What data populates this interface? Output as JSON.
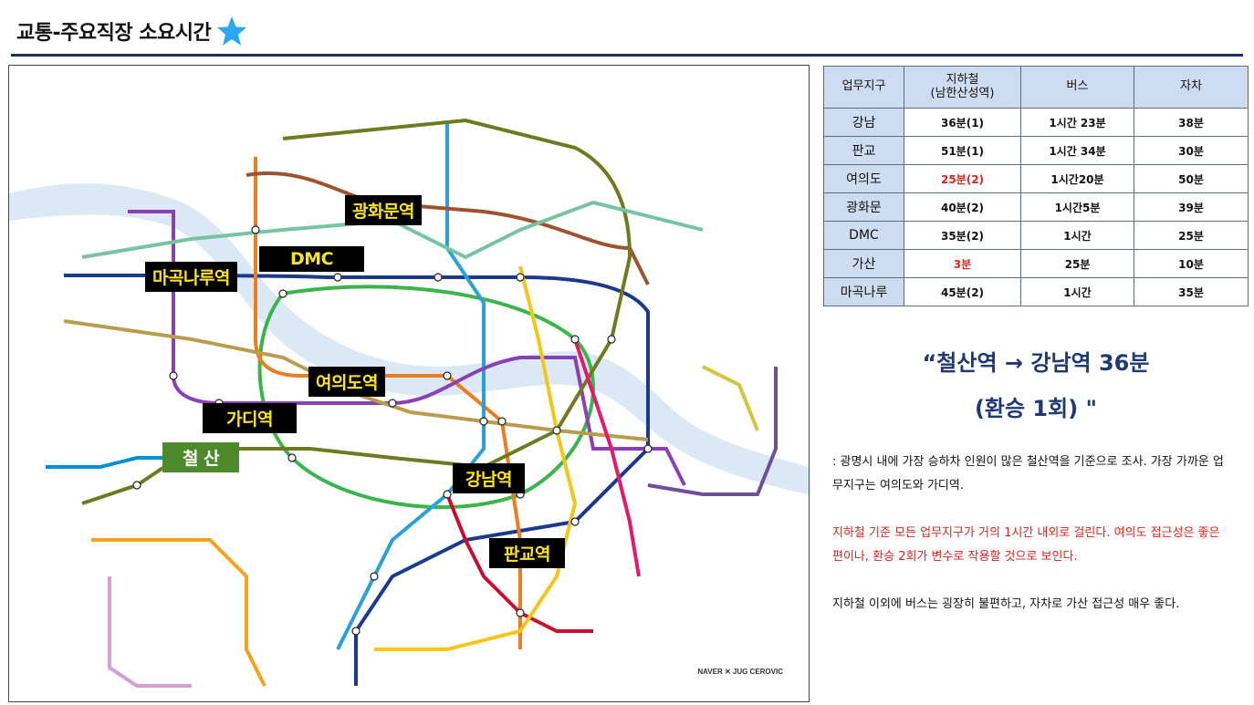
{
  "page": {
    "title": "교통-주요직장 소요시간",
    "title_icon": "star-icon",
    "accent_color": "#1f2d6b",
    "star_color": "#29a8f0"
  },
  "map": {
    "station_labels": {
      "gwanghwamun": "광화문역",
      "dmc": "DMC",
      "magoknaru": "마곡나루역",
      "yeouido": "여의도역",
      "gasan": "가디역",
      "cheolsan": "철 산",
      "gangnam": "강남역",
      "pangyo": "판교역"
    },
    "credit": "NAVER ✕ JUG CEROVIC"
  },
  "table": {
    "headers": [
      "업무지구",
      "지하철\n(남한산성역)",
      "버스",
      "자차"
    ],
    "rows": [
      {
        "district": "강남",
        "subway": "36분(1)",
        "bus": "1시간 23분",
        "car": "38분",
        "subway_red": false
      },
      {
        "district": "판교",
        "subway": "51분(1)",
        "bus": "1시간 34분",
        "car": "30분",
        "subway_red": false
      },
      {
        "district": "여의도",
        "subway": "25분(2)",
        "bus": "1시간20분",
        "car": "50분",
        "subway_red": true
      },
      {
        "district": "광화문",
        "subway": "40분(2)",
        "bus": "1시간5분",
        "car": "39분",
        "subway_red": false
      },
      {
        "district": "DMC",
        "subway": "35분(2)",
        "bus": "1시간",
        "car": "25분",
        "subway_red": false
      },
      {
        "district": "가산",
        "subway": "3분",
        "bus": "25분",
        "car": "10분",
        "subway_red": true
      },
      {
        "district": "마곡나루",
        "subway": "45분(2)",
        "bus": "1시간",
        "car": "35분",
        "subway_red": false
      }
    ]
  },
  "headline": {
    "line1": "“철산역 → 강남역 36분",
    "line2": "(환승 1회) \""
  },
  "notes": {
    "n1": ": 광명시 내에 가장 승하차 인원이 많은 철산역을 기준으로 조사. 가장 가까운 업무지구는 여의도와 가디역.",
    "n2": "지하철 기준 모든 업무지구가 거의 1시간 내외로 걸린다. 여의도 접근성은 좋은 편이나, 환승 2회가 변수로 작용할 것으로 보인다.",
    "n3": "지하철 이외에 버스는 굉장히 불편하고, 자차로 가산 접근성 매우 좋다."
  }
}
